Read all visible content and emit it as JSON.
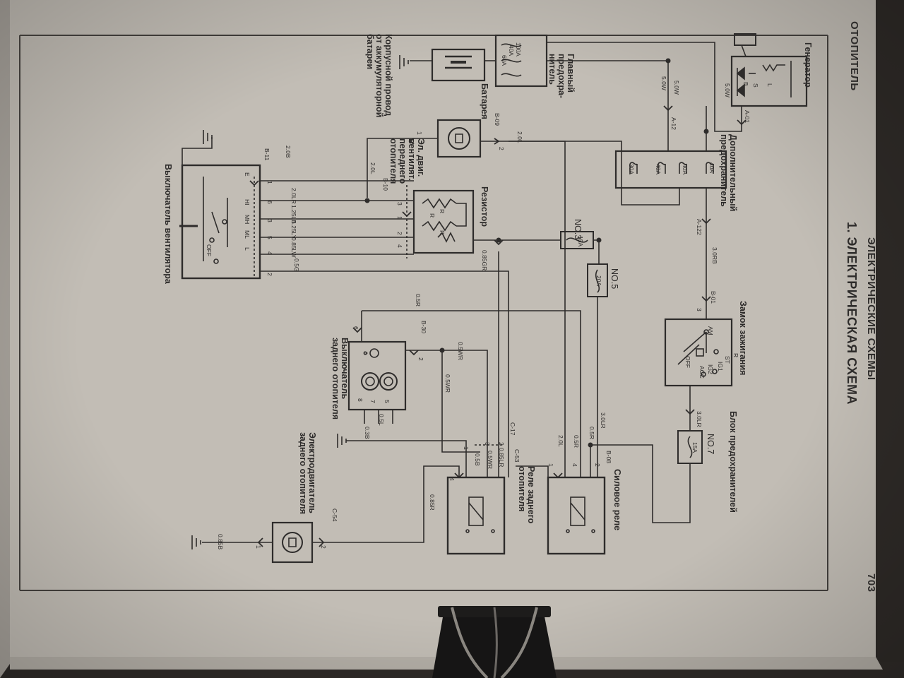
{
  "page": {
    "number": "703",
    "section": "ОТОПИТЕЛЬ",
    "chapter": "ЭЛЕКТРИЧЕСКИЕ СХЕМЫ",
    "title": "1. ЭЛЕКТРИЧЕСКАЯ СХЕМА"
  },
  "components": {
    "generator": "Генератор",
    "main_fuse": "Главный\nпредохра-\nнитель",
    "battery": "Батарея",
    "ground_wire": "Корпусной провод\nот аккумуляторной\nбатареи",
    "extra_fuse": "Дополнительный\nпредохранитель",
    "ignition": "Замок зажигания",
    "fuse_block": "Блок предохранителей",
    "front_motor": "Эл. двиг.\nвентилят.\nпереднего\nотопителя",
    "resistor": "Резистор",
    "fan_switch": "Выключатель вентилятора",
    "rear_switch": "Выключатель\nзаднего отопителя",
    "rear_relay": "Реле заднего\nотопителя",
    "power_relay": "Силовое реле",
    "rear_motor": "Электродвигатель\nзаднего отопителя"
  },
  "fuses": {
    "main": [
      "100A",
      "40A",
      "60A"
    ],
    "extra": [
      "40A",
      "40A",
      "40A",
      "30A"
    ],
    "no3": "NO.3",
    "no3_rating": "15A",
    "no5": "NO.5",
    "no5_rating": "20A",
    "no7": "NO.7",
    "no7_rating": "15A"
  },
  "ignition_positions": [
    "AM",
    "R",
    "ST",
    "IG1",
    "IG2",
    "ACC",
    "OFF"
  ],
  "fan_positions": [
    "E",
    "HI",
    "MH",
    "ML",
    "L",
    "OFF"
  ],
  "resistor_marks": [
    "R",
    "R",
    "R"
  ],
  "generator_marks": [
    "B",
    "S",
    "L"
  ],
  "wires": {
    "gen_5_0w_a": "5.0W",
    "gen_5_0w_b": "5.0W",
    "main_5_0w": "5.0W",
    "ign_3_0rb": "3.0RB",
    "ign_3_0lr": "3.0LR",
    "motor_2_0l": "2.0L",
    "b11_2_0b": "2.0B",
    "r_2_0l": "2.0L",
    "fan_hi": "2.0LR",
    "fan_mh": "1.25LB",
    "fan_ml": "1.25LY",
    "fan_l": "0.85LW",
    "fan_2": "0.5G",
    "res_0_85gr": "0.85GR",
    "r_0_5r": "0.5R",
    "rs_0_5wr": "0.5WR",
    "rs_0_5wr_b": "0.5WR",
    "rs_0_3b": "0.3B",
    "rs_0_5l": "0.5L",
    "rr_0_5b": "0.5B",
    "rr_0_5wr": "0.5WR",
    "rr_0_85lr": "0.85LR",
    "rr_0_85r": "0.85R",
    "pr_3_0lr": "3.0LR",
    "pr_0_5r": "0.5R",
    "pr_0_5r_b": "0.5R",
    "pr_2_0l": "2.0L",
    "rm_0_85b": "0.85B"
  },
  "connectors": {
    "a01": "A-01",
    "a12": "A-12",
    "a12b": "A-12",
    "b01": "B-01",
    "b09": "B-09",
    "b10": "B-10",
    "b11": "B-11",
    "b30": "B-30",
    "b08": "B-08",
    "c17": "C-17",
    "c53": "C-53",
    "c54": "C-54"
  },
  "pins": {
    "p1": "1",
    "p2": "2",
    "p3": "3",
    "p4": "4",
    "p5": "5",
    "p6": "6",
    "p7": "7",
    "p8": "8"
  }
}
